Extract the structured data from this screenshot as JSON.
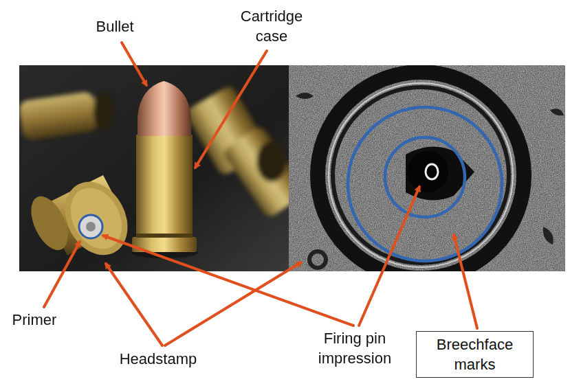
{
  "diagram": {
    "nodes": [
      {
        "text": [
          "Breechface marks"
        ]
      }
    ],
    "labels": [
      "Bullet",
      "Cartridge case",
      "Primer",
      "Headstamp",
      "Firing pin impression"
    ]
  }
}
